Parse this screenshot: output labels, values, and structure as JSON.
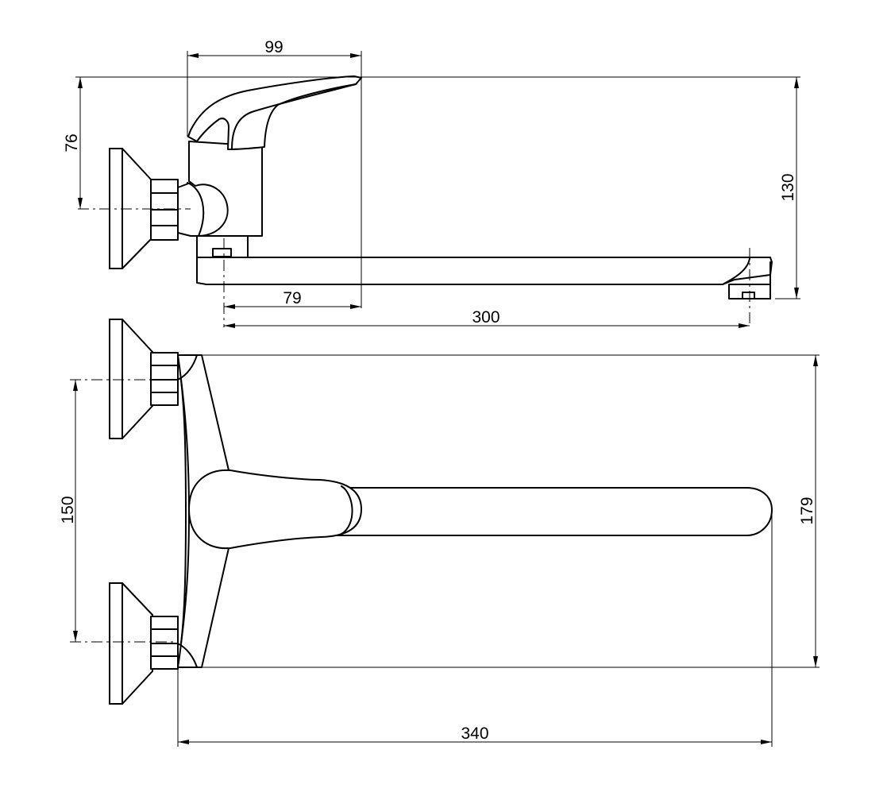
{
  "dimensions": {
    "handle_length": "99",
    "handle_height": "76",
    "total_height": "130",
    "spout_offset": "79",
    "spout_reach": "300",
    "inlet_spacing": "150",
    "total_width": "179",
    "total_length": "340"
  },
  "colors": {
    "line": "#000000",
    "background": "#ffffff"
  }
}
